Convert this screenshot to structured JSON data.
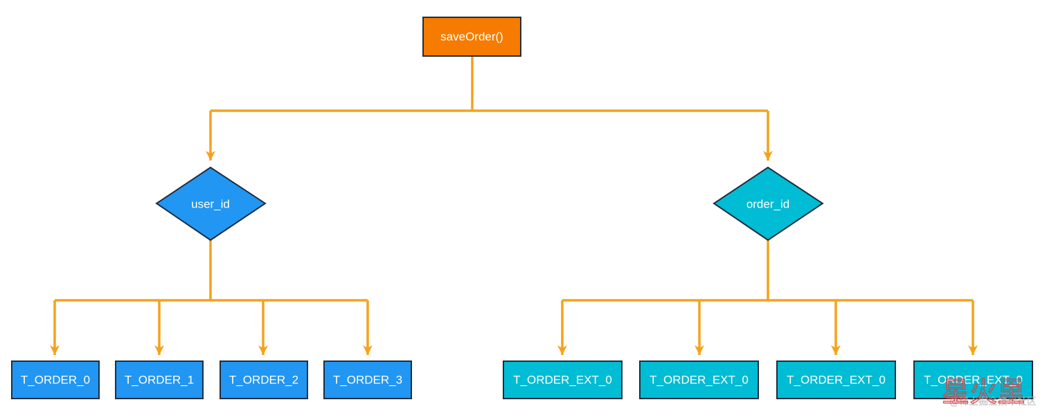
{
  "colors": {
    "connector": "#f5a21b",
    "root_fill": "#f57c00",
    "user_fill": "#2196f3",
    "order_fill": "#00bcd4",
    "border": "#1f2d3d",
    "text": "#ffffff"
  },
  "root": {
    "label": "saveOrder()"
  },
  "branches": [
    {
      "decision": "user_id",
      "tables": [
        "T_ORDER_0",
        "T_ORDER_1",
        "T_ORDER_2",
        "T_ORDER_3"
      ]
    },
    {
      "decision": "order_id",
      "tables": [
        "T_ORDER_EXT_0",
        "T_ORDER_EXT_0",
        "T_ORDER_EXT_0",
        "T_ORDER_EXT_0"
      ]
    }
  ],
  "watermark": {
    "text": "@稀土掘金技术社区",
    "overlay": "星火里"
  }
}
